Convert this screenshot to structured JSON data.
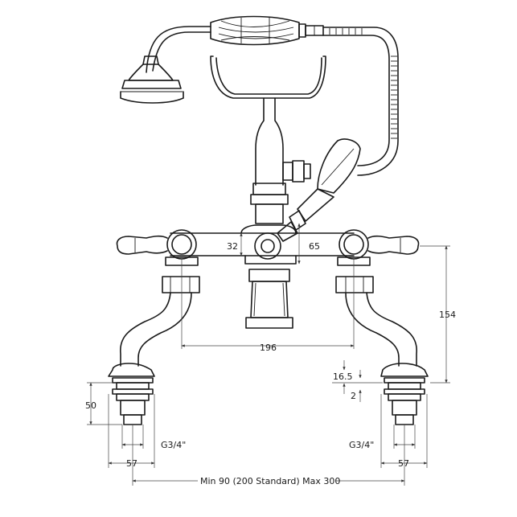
{
  "dimensions": {
    "d32": "32",
    "d65": "65",
    "d154": "154",
    "d196": "196",
    "d16_5": "16.5",
    "d2": "2",
    "d50": "50",
    "thread_left": "G3/4\"",
    "thread_right": "G3/4\"",
    "d57_left": "57",
    "d57_right": "57",
    "centres": "Min 90 (200 Standard) Max 300"
  }
}
